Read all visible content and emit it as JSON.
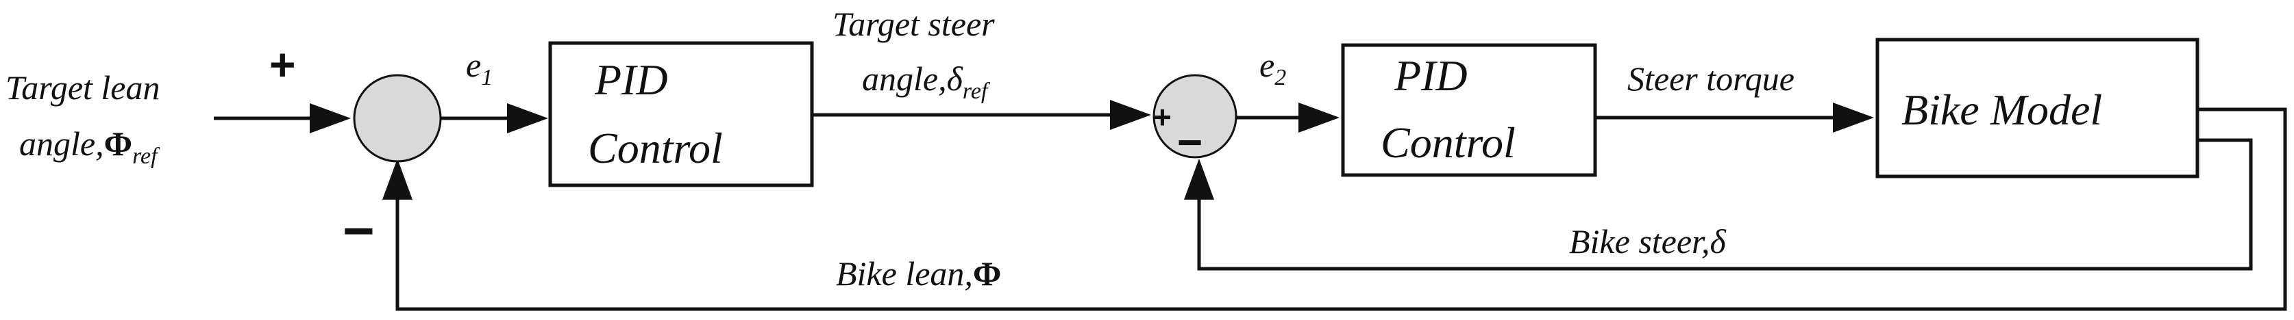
{
  "blocks": {
    "pid1": {
      "line1": "PID",
      "line2": "Control"
    },
    "pid2": {
      "line1": "PID",
      "line2": "Control"
    },
    "bike_model": "Bike Model"
  },
  "signals": {
    "target_lean_line1": "Target lean",
    "target_lean_line2_prefix": "angle,",
    "target_lean_symbol": "Φ",
    "target_lean_subscript": "ref",
    "e1": "e",
    "e1_sub": "1",
    "target_steer_line1": "Target steer",
    "target_steer_line2_prefix": "angle,",
    "target_steer_symbol": "δ",
    "target_steer_subscript": "ref",
    "e2": "e",
    "e2_sub": "2",
    "steer_torque": "Steer torque",
    "bike_steer_prefix": "Bike steer,",
    "bike_steer_symbol": "δ",
    "bike_lean_prefix": "Bike lean,",
    "bike_lean_symbol": "Φ"
  },
  "signs": {
    "sum1_plus": "+",
    "sum1_minus": "−",
    "sum2_plus": "+",
    "sum2_minus": "−"
  }
}
